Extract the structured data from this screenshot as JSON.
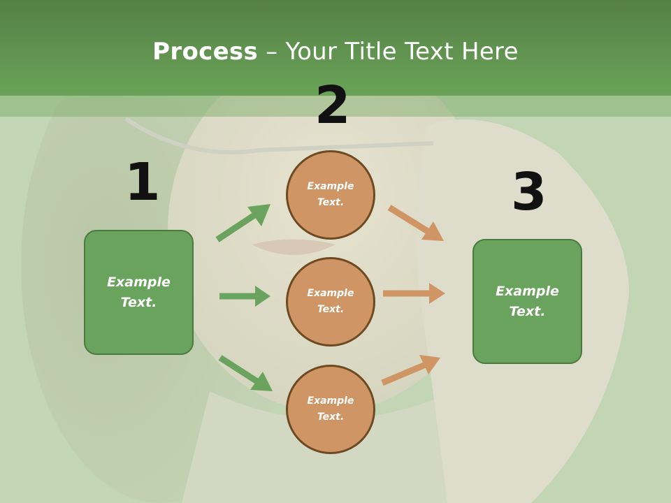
{
  "title": {
    "bold": "Process",
    "rest": " – Your Title Text Here"
  },
  "numbers": {
    "n1": "1",
    "n2": "2",
    "n3": "3"
  },
  "left_box": {
    "text": "Example Text."
  },
  "circles": [
    {
      "text": "Example Text."
    },
    {
      "text": "Example Text."
    },
    {
      "text": "Example Text."
    }
  ],
  "right_box": {
    "text": "Example Text."
  },
  "colors": {
    "title_bar": "#5e9150",
    "green_box": "#6aa35e",
    "circle_fill": "#cf9564",
    "circle_border": "#6e4a22",
    "green_arrow": "#6aa35e",
    "orange_arrow": "#cf9564"
  }
}
